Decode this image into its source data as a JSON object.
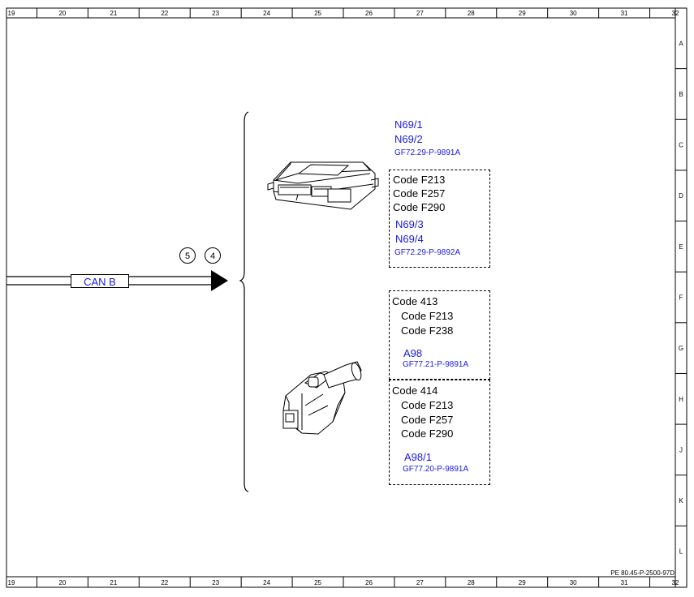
{
  "frame": {
    "columns": [
      "19",
      "20",
      "21",
      "22",
      "23",
      "24",
      "25",
      "26",
      "27",
      "28",
      "29",
      "30",
      "31",
      "32"
    ],
    "rows": [
      "A",
      "B",
      "C",
      "D",
      "E",
      "F",
      "G",
      "H",
      "J",
      "K",
      "L"
    ],
    "document_ref": "PE 80.45-P-2500-97D"
  },
  "bus": {
    "label": "CAN B",
    "callouts": [
      "5",
      "4"
    ]
  },
  "group_top": {
    "header_components": [
      "N69/1",
      "N69/2"
    ],
    "header_ref": "GF72.29-P-9891A",
    "codes": [
      "Code F213",
      "Code F257",
      "Code F290"
    ],
    "components": [
      "N69/3",
      "N69/4"
    ],
    "ref": "GF72.29-P-9892A"
  },
  "group_a98": {
    "code": "Code 413",
    "subcodes": [
      "Code F213",
      "Code F238"
    ],
    "component": "A98",
    "ref": "GF77.21-P-9891A"
  },
  "group_a98_1": {
    "code": "Code 414",
    "subcodes": [
      "Code F213",
      "Code F257",
      "Code F290"
    ],
    "component": "A98/1",
    "ref": "GF77.20-P-9891A"
  }
}
